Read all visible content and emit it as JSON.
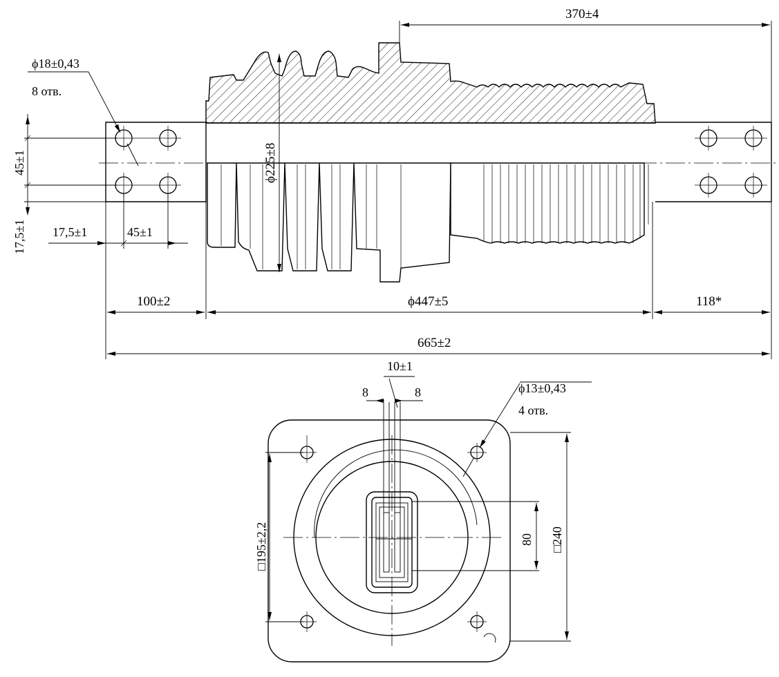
{
  "dims": {
    "hole18": "ϕ18±0,43",
    "holes8": "8 отв.",
    "d45v": "45±1",
    "d17v": "17,5±1",
    "d17h": "17,5±1",
    "d45h": "45±1",
    "d225": "ϕ225±8",
    "d370": "370±4",
    "d100": "100±2",
    "d447": "ϕ447±5",
    "d118": "118*",
    "d665": "665±2",
    "d10": "10±1",
    "d8a": "8",
    "d8b": "8",
    "hole13": "ϕ13±0,43",
    "holes4": "4 отв.",
    "d80": "80",
    "d240": "□240",
    "d195": "□195±2,2"
  }
}
